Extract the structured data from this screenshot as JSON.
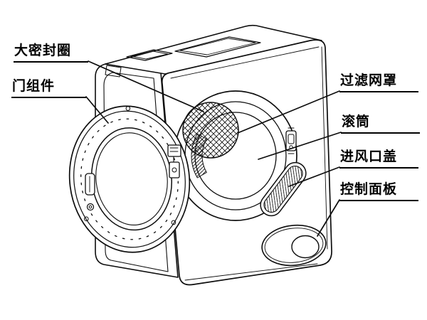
{
  "labels": {
    "seal_ring": "大密封圈",
    "door_assembly": "门组件",
    "filter_cover": "过滤网罩",
    "drum": "滚筒",
    "air_inlet_cover": "进风口盖",
    "control_panel": "控制面板"
  },
  "colors": {
    "line": "#0d0d0d",
    "background": "#ffffff"
  }
}
